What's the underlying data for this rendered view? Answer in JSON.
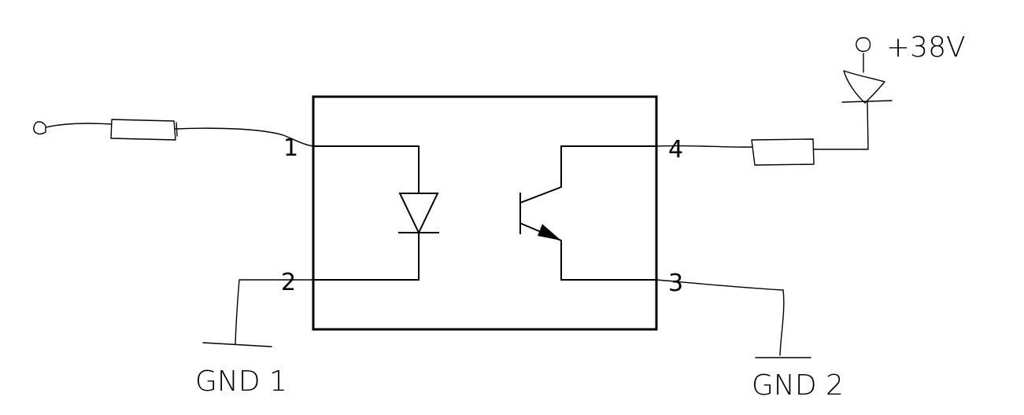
{
  "pins": {
    "pin1": "1",
    "pin2": "2",
    "pin3": "3",
    "pin4": "4"
  },
  "labels": {
    "supply": "+38V",
    "gnd1": "GND 1",
    "gnd2": "GND 2"
  },
  "colors": {
    "stroke": "#000000",
    "background": "#ffffff"
  }
}
